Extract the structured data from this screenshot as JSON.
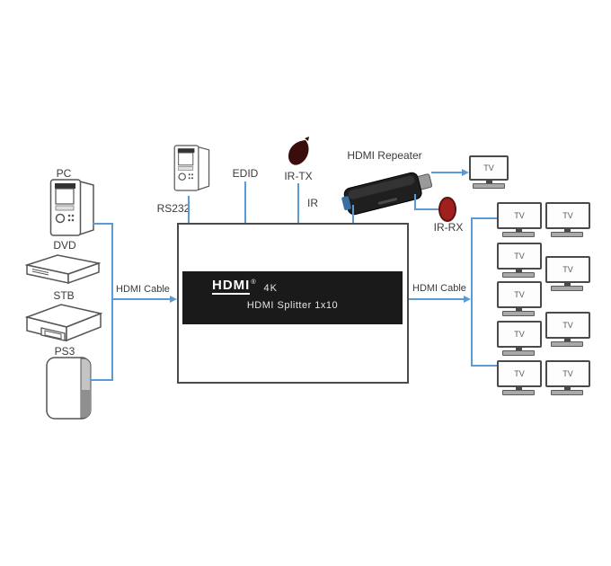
{
  "labels": {
    "sources": [
      "PC",
      "DVD",
      "STB",
      "PS3"
    ],
    "rs232": "RS232",
    "edid": "EDID",
    "ir_tx": "IR-TX",
    "ir": "IR",
    "hdmi_repeater": "HDMI Repeater",
    "ir_rx": "IR-RX",
    "hdmi_cable_left": "HDMI Cable",
    "hdmi_cable_right": "HDMI Cable"
  },
  "splitter": {
    "logo": "HDMI",
    "logo_reg": "®",
    "resolution_badge": "4K",
    "product_name": "HDMI Splitter 1x10"
  },
  "displays": {
    "repeater_tv": "TV",
    "left_column": [
      "TV",
      "TV",
      "TV",
      "TV",
      "TV"
    ],
    "right_column": [
      "TV",
      "TV",
      "TV",
      "TV"
    ]
  },
  "colors": {
    "wire_blue": "#5b9bd5",
    "outline_gray": "#4a4a4a",
    "band_black": "#1a1a1a",
    "ir_tx_dark_red": "#3a0d0d",
    "ir_rx_red": "#a02020"
  }
}
